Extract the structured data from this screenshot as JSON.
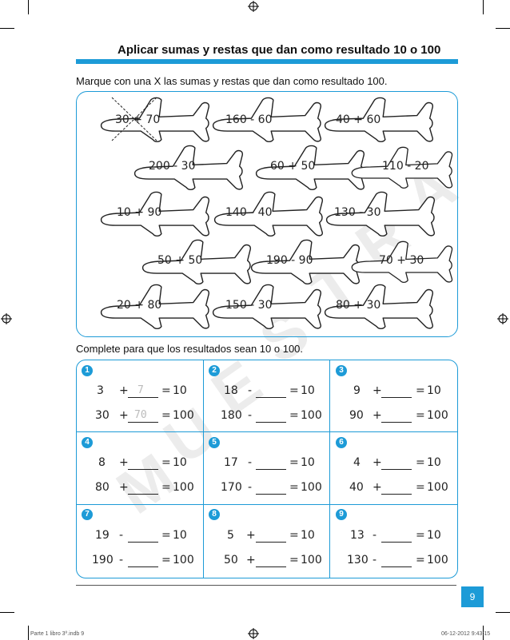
{
  "header": {
    "title": "Aplicar sumas y restas que dan como resultado 10 o 100",
    "instruction1": "Marque con una X las sumas y restas que dan como resultado 100.",
    "instruction2": "Complete para que los resultados sean 10 o 100."
  },
  "planes": [
    {
      "label": "30 + 70"
    },
    {
      "label": "160 - 60"
    },
    {
      "label": "40 + 60"
    },
    {
      "label": "200 - 30"
    },
    {
      "label": "60 + 50"
    },
    {
      "label": "110 - 20"
    },
    {
      "label": "10 + 90"
    },
    {
      "label": "140 - 40"
    },
    {
      "label": "130 - 30"
    },
    {
      "label": "50 + 50"
    },
    {
      "label": "190 - 90"
    },
    {
      "label": "70 + 30"
    },
    {
      "label": "20 + 80"
    },
    {
      "label": "150 - 30"
    },
    {
      "label": "80 + 30"
    }
  ],
  "exercises": [
    {
      "num": "1",
      "rows": [
        {
          "a": "3",
          "op": "+",
          "hint": "7",
          "eq": "=",
          "res": "10"
        },
        {
          "a": "30",
          "op": "+",
          "hint": "70",
          "eq": "=",
          "res": "100"
        }
      ]
    },
    {
      "num": "2",
      "rows": [
        {
          "a": "18",
          "op": "-",
          "hint": "",
          "eq": "=",
          "res": "10"
        },
        {
          "a": "180",
          "op": "-",
          "hint": "",
          "eq": "=",
          "res": "100"
        }
      ]
    },
    {
      "num": "3",
      "rows": [
        {
          "a": "9",
          "op": "+",
          "hint": "",
          "eq": "=",
          "res": "10"
        },
        {
          "a": "90",
          "op": "+",
          "hint": "",
          "eq": "=",
          "res": "100"
        }
      ]
    },
    {
      "num": "4",
      "rows": [
        {
          "a": "8",
          "op": "+",
          "hint": "",
          "eq": "=",
          "res": "10"
        },
        {
          "a": "80",
          "op": "+",
          "hint": "",
          "eq": "=",
          "res": "100"
        }
      ]
    },
    {
      "num": "5",
      "rows": [
        {
          "a": "17",
          "op": "-",
          "hint": "",
          "eq": "=",
          "res": "10"
        },
        {
          "a": "170",
          "op": "-",
          "hint": "",
          "eq": "=",
          "res": "100"
        }
      ]
    },
    {
      "num": "6",
      "rows": [
        {
          "a": "4",
          "op": "+",
          "hint": "",
          "eq": "=",
          "res": "10"
        },
        {
          "a": "40",
          "op": "+",
          "hint": "",
          "eq": "=",
          "res": "100"
        }
      ]
    },
    {
      "num": "7",
      "rows": [
        {
          "a": "19",
          "op": "-",
          "hint": "",
          "eq": "=",
          "res": "10"
        },
        {
          "a": "190",
          "op": "-",
          "hint": "",
          "eq": "=",
          "res": "100"
        }
      ]
    },
    {
      "num": "8",
      "rows": [
        {
          "a": "5",
          "op": "+",
          "hint": "",
          "eq": "=",
          "res": "10"
        },
        {
          "a": "50",
          "op": "+",
          "hint": "",
          "eq": "=",
          "res": "100"
        }
      ]
    },
    {
      "num": "9",
      "rows": [
        {
          "a": "13",
          "op": "-",
          "hint": "",
          "eq": "=",
          "res": "10"
        },
        {
          "a": "130",
          "op": "-",
          "hint": "",
          "eq": "=",
          "res": "100"
        }
      ]
    }
  ],
  "watermark": [
    "M",
    "U",
    "E",
    "S",
    "T",
    "R",
    "A"
  ],
  "page_number": "9",
  "footer": {
    "left": "Parte 1 libro 3º.indb   9",
    "right": "06-12-2012   9:43:15"
  },
  "colors": {
    "accent": "#1d9bd7"
  }
}
